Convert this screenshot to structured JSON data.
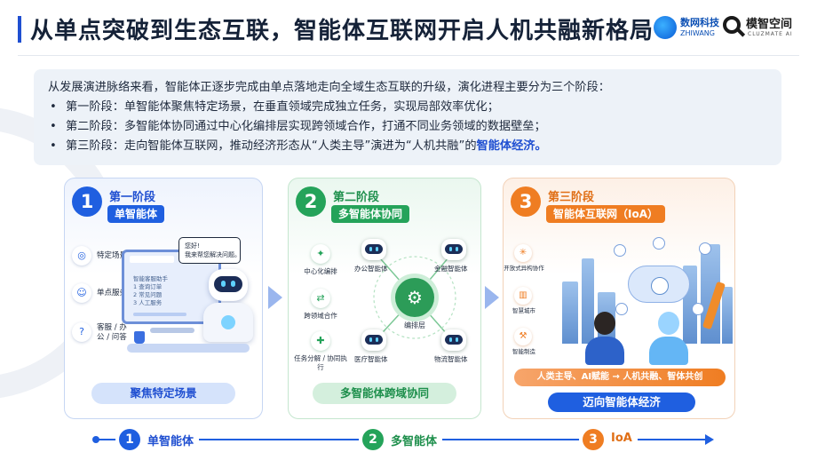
{
  "header": {
    "title": "从单点突破到生态互联，智能体互联网开启人机共融新格局",
    "logo_primary": {
      "name": "数网科技",
      "sub": "ZHIWANG"
    },
    "logo_secondary": {
      "name": "模智空间",
      "sub": "CLUZMATE AI"
    }
  },
  "intro": {
    "lead": "从发展演进脉络来看，智能体正逐步完成由单点落地走向全域生态互联的升级，演化进程主要分为三个阶段：",
    "bullets": [
      "第一阶段：单智能体聚焦特定场景，在垂直领域完成独立任务，实现局部效率优化；",
      "第二阶段：多智能体协同通过中心化编排层实现跨领域合作，打通不同业务领域的数据壁垒；"
    ],
    "bullet3_prefix": "第三阶段：走向智能体互联网，推动经济形态从“人类主导”演进为“人机共融”的",
    "bullet3_emphasis": "智能体经济。",
    "bullet_mark": "•"
  },
  "stages": [
    {
      "number": "1",
      "stage_label": "第一阶段",
      "name": "单智能体",
      "features": [
        "特定场景",
        "单点服务",
        "客服 / 办公 / 问答"
      ],
      "bubble": [
        "您好!",
        "我来帮您解决问题。"
      ],
      "monitor_text": [
        "智能客服助手",
        "1 查询订单",
        "2 常见问题",
        "3 人工服务"
      ],
      "footer": "聚焦特定场景",
      "color": "#1f5fe0"
    },
    {
      "number": "2",
      "stage_label": "第二阶段",
      "name": "多智能体协同",
      "side_features": [
        "中心化编排",
        "跨领域合作",
        "任务分解 / 协同执行"
      ],
      "hub": "编排层",
      "agents": [
        "办公智能体",
        "金融智能体",
        "医疗智能体",
        "物流智能体"
      ],
      "footer": "多智能体跨域协同",
      "color": "#25a35a"
    },
    {
      "number": "3",
      "stage_label": "第三阶段",
      "name": "智能体互联网（IoA）",
      "side_features": [
        "开放式异构协作",
        "智慧城市",
        "智能制造"
      ],
      "transition": "人类主导、AI赋能 → 人机共融、智体共创",
      "footer": "迈向智能体经济",
      "color": "#ef7d22"
    }
  ],
  "timeline": [
    {
      "number": "1",
      "label": "单智能体",
      "color": "#1f5fe0"
    },
    {
      "number": "2",
      "label": "多智能体",
      "color": "#25a35a"
    },
    {
      "number": "3",
      "label": "IoA",
      "color": "#ef7d22"
    }
  ],
  "icons": {
    "scene": "target-icon",
    "service": "person-icon",
    "qa": "question-icon",
    "orchestrate": "network-icon",
    "cross": "handshake-icon",
    "task": "puzzle-icon",
    "hub": "gear-icon",
    "open": "nodes-icon",
    "city": "building-icon",
    "factory": "robot-arm-icon"
  }
}
